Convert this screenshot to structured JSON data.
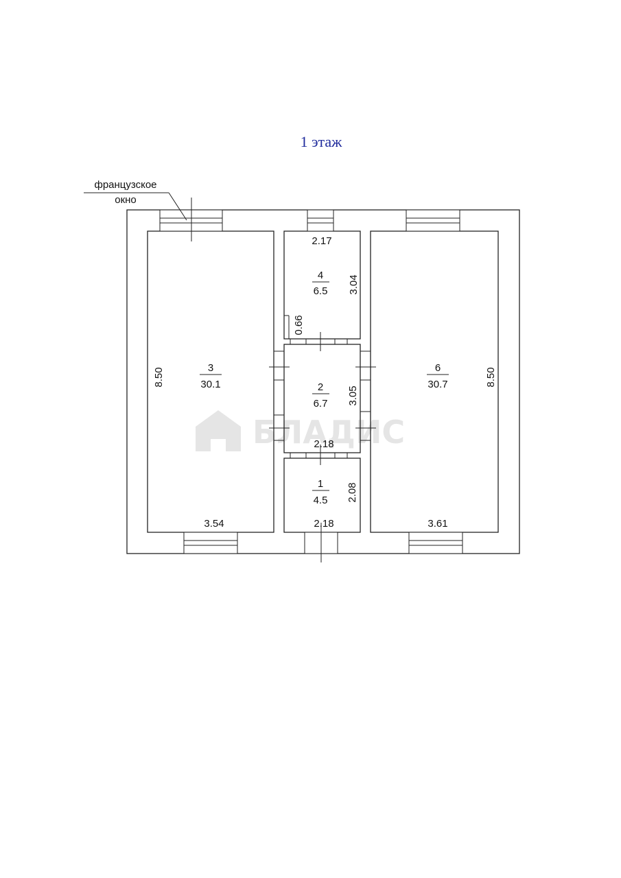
{
  "title": "1 этаж",
  "note": {
    "line1": "французское",
    "line2": "окно"
  },
  "watermark": "БЛАДИС",
  "rooms": [
    {
      "number": "3",
      "area": "30.1"
    },
    {
      "number": "4",
      "area": "6.5"
    },
    {
      "number": "2",
      "area": "6.7"
    },
    {
      "number": "1",
      "area": "4.5"
    },
    {
      "number": "6",
      "area": "30.7"
    }
  ],
  "dimensions": {
    "room3_height": "8.50",
    "room3_width": "3.54",
    "room4_width": "2.17",
    "room4_height": "3.04",
    "step_height": "0.66",
    "room2_height": "3.05",
    "room2_width": "2.18",
    "room1_height": "2.08",
    "room1_width": "2.18",
    "room6_height": "8.50",
    "room6_width": "3.61"
  },
  "colors": {
    "title": "#1f2b9c",
    "lines": "#222222",
    "watermark": "#e3e3e3"
  }
}
